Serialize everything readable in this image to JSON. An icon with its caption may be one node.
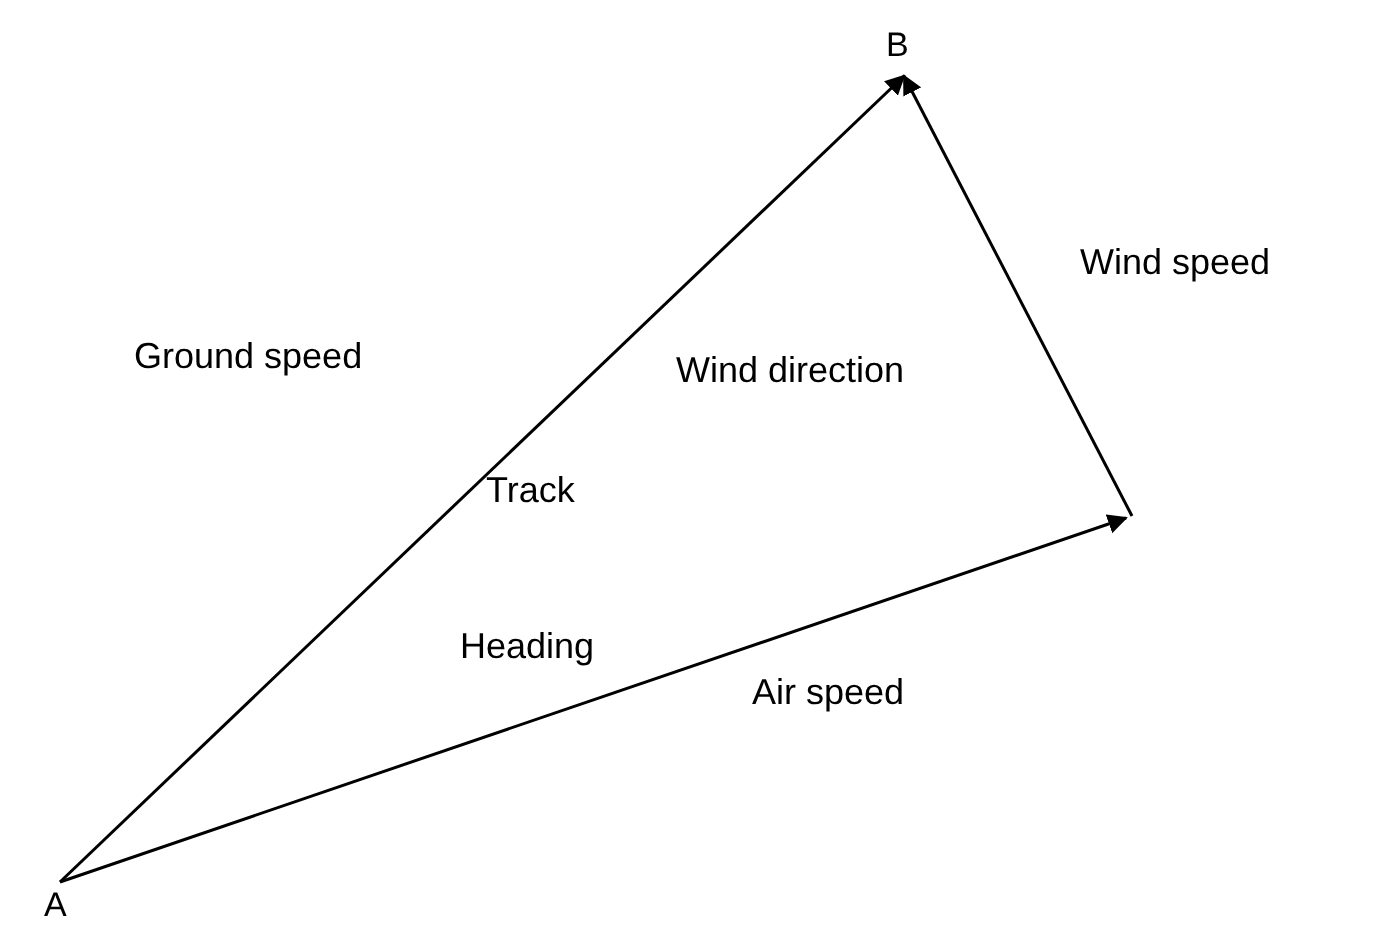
{
  "diagram": {
    "nodes": [
      {
        "text": [
          "B"
        ]
      },
      {
        "text": [
          "A"
        ]
      }
    ],
    "edges": [
      {
        "from": 1,
        "to": 0,
        "arrow": "to"
      },
      {
        "from": 1,
        "to": null,
        "arrow": "to"
      },
      {
        "from": null,
        "to": 0,
        "arrow": "to"
      }
    ],
    "labels": [
      "Wind speed",
      "Ground speed",
      "Wind direction",
      "Track",
      "Heading",
      "Air speed"
    ]
  }
}
